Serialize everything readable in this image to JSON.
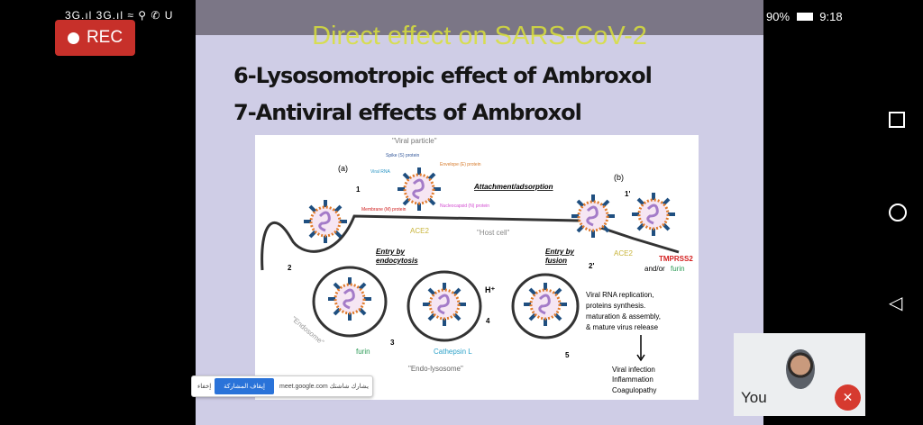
{
  "status_bar": {
    "left_icons": "3G.ıl 3G.ıl ≈ ⚲ ✆ U",
    "battery": "90%",
    "time": "9:18"
  },
  "recording": {
    "label": "REC"
  },
  "slide": {
    "title": "Direct effect on SARS-CoV-2",
    "bullets": [
      "6-Lysosomotropic effect of Ambroxol",
      "7-Antiviral effects of Ambroxol"
    ],
    "diagram": {
      "viral_particle": "\"Viral particle\"",
      "spike": "Spike (S) protein",
      "envelope": "Envelope (E) protein",
      "viral_rna": "Viral RNA",
      "membrane": "Membrane (M) protein",
      "nucleocapsid": "Nucleocapsid (N) protein",
      "a": "(a)",
      "b": "(b)",
      "attachment": "Attachment/adsorption",
      "ace2": "ACE2",
      "host_cell": "\"Host cell\"",
      "entry_endo": "Entry by",
      "entry_endo2": "endocytosis",
      "entry_fusion": "Entry by",
      "entry_fusion2": "fusion",
      "tmprss2": "TMPRSS2",
      "andor": "and/or",
      "furin": "furin",
      "endosome": "\"Endosome\"",
      "cathepsin": "Cathepsin L",
      "hplus": "H⁺",
      "endolyso": "\"Endo-lysosome\"",
      "replication": [
        "Viral RNA replication,",
        "proteins synthesis.",
        "maturation & assembly,",
        "& mature virus release"
      ],
      "outcome": [
        "Viral infection",
        "Inflammation",
        "Coagulopathy"
      ],
      "steps": [
        "1",
        "1'",
        "2",
        "2'",
        "3",
        "4",
        "5"
      ]
    }
  },
  "share_bar": {
    "hide": "إخفاء",
    "stop": "إيقاف المشاركة",
    "text": "meet.google.com يشارك شاشتك"
  },
  "self_view": {
    "label": "You"
  }
}
